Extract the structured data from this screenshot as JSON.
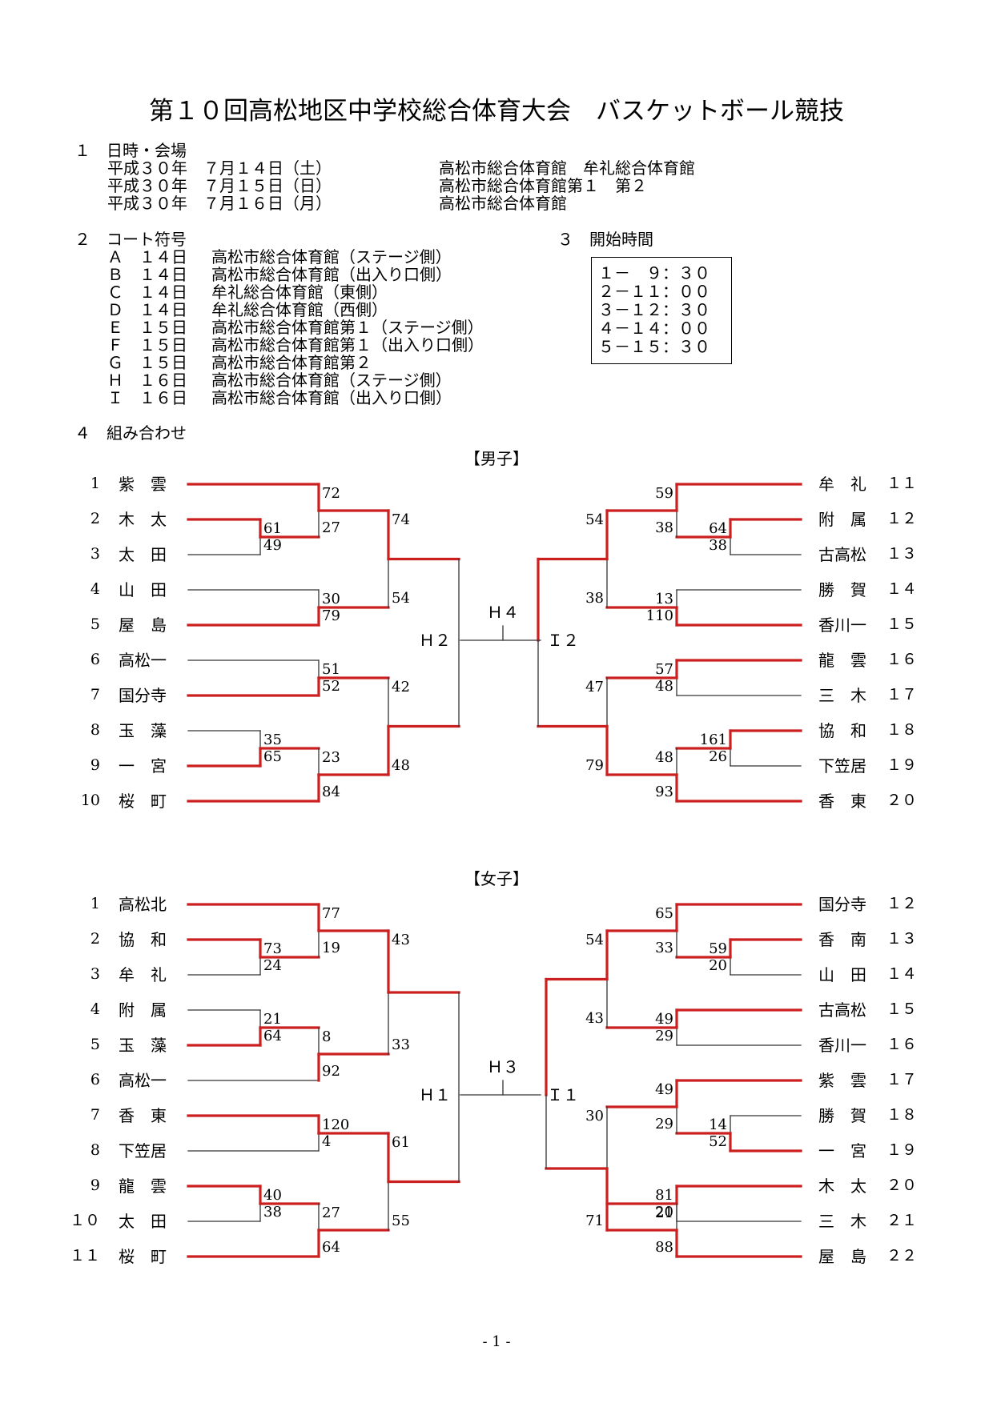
{
  "title": "第１０回高松地区中学校総合体育大会　バスケットボール競技",
  "section1": {
    "heading": "１　日時・会場",
    "rows": [
      {
        "date": "平成３０年　７月１４日（土）",
        "venue": "高松市総合体育館　牟礼総合体育館"
      },
      {
        "date": "平成３０年　７月１５日（日）",
        "venue": "高松市総合体育館第１　第２"
      },
      {
        "date": "平成３０年　７月１６日（月）",
        "venue": "高松市総合体育館"
      }
    ]
  },
  "section2": {
    "heading": "２　コート符号",
    "courts": [
      {
        "code": "Ａ　１４日",
        "place": "高松市総合体育館（ステージ側）"
      },
      {
        "code": "Ｂ　１４日",
        "place": "高松市総合体育館（出入り口側）"
      },
      {
        "code": "Ｃ　１４日",
        "place": "牟礼総合体育館（東側）"
      },
      {
        "code": "Ｄ　１４日",
        "place": "牟礼総合体育館（西側）"
      },
      {
        "code": "Ｅ　１５日",
        "place": "高松市総合体育館第１（ステージ側）"
      },
      {
        "code": "Ｆ　１５日",
        "place": "高松市総合体育館第１（出入り口側）"
      },
      {
        "code": "Ｇ　１５日",
        "place": "高松市総合体育館第２"
      },
      {
        "code": "Ｈ　１６日",
        "place": "高松市総合体育館（ステージ側）"
      },
      {
        "code": "Ｉ　１６日",
        "place": "高松市総合体育館（出入り口側）"
      }
    ]
  },
  "section3": {
    "heading": "３　開始時間",
    "times": [
      "１－　９：３０",
      "２－１１：００",
      "３－１２：３０",
      "４－１４：００",
      "５－１５：３０"
    ]
  },
  "section4": {
    "heading": "４　組み合わせ"
  },
  "boys": {
    "label": "【男子】",
    "left": [
      {
        "seed": "1",
        "name": "紫　雲"
      },
      {
        "seed": "2",
        "name": "木　太"
      },
      {
        "seed": "3",
        "name": "太　田"
      },
      {
        "seed": "4",
        "name": "山　田"
      },
      {
        "seed": "5",
        "name": "屋　島"
      },
      {
        "seed": "6",
        "name": "高松一"
      },
      {
        "seed": "7",
        "name": "国分寺"
      },
      {
        "seed": "8",
        "name": "玉　藻"
      },
      {
        "seed": "9",
        "name": "一　宮"
      },
      {
        "seed": "10",
        "name": "桜　町"
      }
    ],
    "right": [
      {
        "seed": "１１",
        "name": "牟　礼"
      },
      {
        "seed": "１２",
        "name": "附　属"
      },
      {
        "seed": "１３",
        "name": "古高松"
      },
      {
        "seed": "１４",
        "name": "勝　賀"
      },
      {
        "seed": "１５",
        "name": "香川一"
      },
      {
        "seed": "１６",
        "name": "龍　雲"
      },
      {
        "seed": "１７",
        "name": "三　木"
      },
      {
        "seed": "１８",
        "name": "協　和"
      },
      {
        "seed": "１９",
        "name": "下笠居"
      },
      {
        "seed": "２０",
        "name": "香　東"
      }
    ],
    "courts": {
      "final": "Ｈ４",
      "left_semi": "Ｈ２",
      "right_semi": "Ｉ２"
    },
    "scores": {
      "l1": [
        "72",
        "27"
      ],
      "l2": [
        "61",
        "49"
      ],
      "l3": [
        "30",
        "79"
      ],
      "l4": [
        "74",
        "54"
      ],
      "l5": [
        "51",
        "52"
      ],
      "l6": [
        "35",
        "65"
      ],
      "l7": [
        "23",
        "84"
      ],
      "l8": [
        "42",
        "48"
      ],
      "r1": [
        "59",
        "38"
      ],
      "r2": [
        "64",
        "38"
      ],
      "r3": [
        "13",
        "110"
      ],
      "r4": [
        "54",
        "38"
      ],
      "r5": [
        "57",
        "48"
      ],
      "r6": [
        "161",
        "26"
      ],
      "r7": [
        "48",
        "93"
      ],
      "r8": [
        "47",
        "79"
      ]
    }
  },
  "girls": {
    "label": "【女子】",
    "left": [
      {
        "seed": "1",
        "name": "高松北"
      },
      {
        "seed": "2",
        "name": "協　和"
      },
      {
        "seed": "3",
        "name": "牟　礼"
      },
      {
        "seed": "4",
        "name": "附　属"
      },
      {
        "seed": "5",
        "name": "玉　藻"
      },
      {
        "seed": "6",
        "name": "高松一"
      },
      {
        "seed": "7",
        "name": "香　東"
      },
      {
        "seed": "8",
        "name": "下笠居"
      },
      {
        "seed": "9",
        "name": "龍　雲"
      },
      {
        "seed": "１０",
        "name": "太　田"
      },
      {
        "seed": "１１",
        "name": "桜　町"
      }
    ],
    "right": [
      {
        "seed": "１２",
        "name": "国分寺"
      },
      {
        "seed": "１３",
        "name": "香　南"
      },
      {
        "seed": "１４",
        "name": "山　田"
      },
      {
        "seed": "１５",
        "name": "古高松"
      },
      {
        "seed": "１６",
        "name": "香川一"
      },
      {
        "seed": "１７",
        "name": "紫　雲"
      },
      {
        "seed": "１８",
        "name": "勝　賀"
      },
      {
        "seed": "１９",
        "name": "一　宮"
      },
      {
        "seed": "２０",
        "name": "木　太"
      },
      {
        "seed": "２１",
        "name": "三　木"
      },
      {
        "seed": "２２",
        "name": "屋　島"
      }
    ],
    "courts": {
      "final": "Ｈ３",
      "left_semi": "Ｈ１",
      "right_semi": "Ｉ１"
    },
    "scores": {
      "l1": [
        "77",
        "19"
      ],
      "l2": [
        "73",
        "24"
      ],
      "l3": [
        "21",
        "64"
      ],
      "l4": [
        "8",
        "92"
      ],
      "l5": [
        "43",
        "33"
      ],
      "l6": [
        "120",
        "4"
      ],
      "l7": [
        "40",
        "38"
      ],
      "l8": [
        "27",
        "64"
      ],
      "l9": [
        "61",
        "55"
      ],
      "r1": [
        "65",
        "33"
      ],
      "r2": [
        "59",
        "20"
      ],
      "r3": [
        "49",
        "29"
      ],
      "r4": [
        "54",
        "43"
      ],
      "r5": [
        "14",
        "52"
      ],
      "r6": [
        "49",
        "29"
      ],
      "r7": [
        "81",
        "20"
      ],
      "r8": [
        "21",
        "88"
      ],
      "r9": [
        "30",
        "71"
      ]
    }
  },
  "footer": {
    "page": "- 1 -"
  }
}
